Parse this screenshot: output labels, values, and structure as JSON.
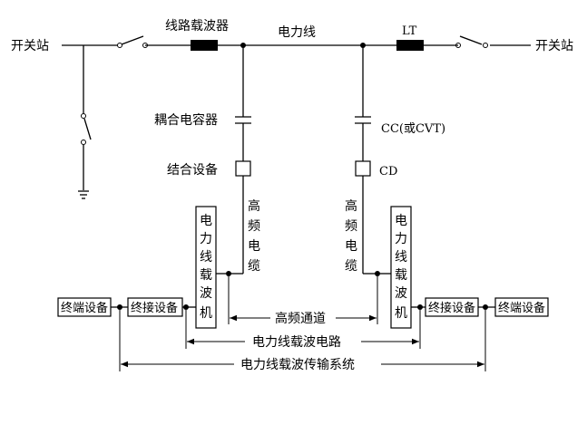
{
  "labels": {
    "station_left": "开关站",
    "station_right": "开关站",
    "wave_trap": "线路载波器",
    "power_line": "电力线",
    "lt": "LT",
    "coupling_capacitor": "耦合电容器",
    "cc": "CC(或CVT)",
    "coupling_device": "结合设备",
    "cd": "CD",
    "hf_cable_left": [
      "高",
      "频",
      "电",
      "缆"
    ],
    "hf_cable_right": [
      "高",
      "频",
      "电",
      "缆"
    ],
    "carrier_machine_left": [
      "电",
      "力",
      "线",
      "载",
      "波",
      "机"
    ],
    "carrier_machine_right": [
      "电",
      "力",
      "线",
      "载",
      "波",
      "机"
    ],
    "terminal_left": "终端设备",
    "terminal_right": "终端设备",
    "interface_left": "终接设备",
    "interface_right": "终接设备",
    "hf_channel": "高频通道",
    "carrier_circuit": "电力线载波电路",
    "carrier_system": "电力线载波传输系统"
  }
}
